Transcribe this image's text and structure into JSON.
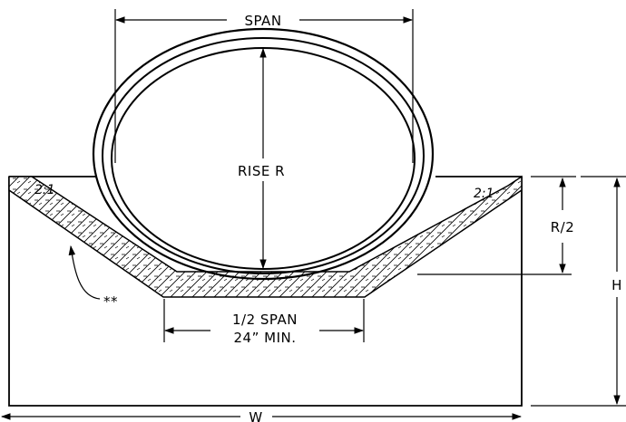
{
  "labels": {
    "span": "SPAN",
    "rise": "RISE R",
    "half_rise": "R/2",
    "height": "H",
    "width": "W",
    "bedding_width_line1": "1/2 SPAN",
    "bedding_width_line2": "24” MIN.",
    "slope_left": "2:1",
    "slope_right": "2:1",
    "bedding_note": "**"
  }
}
